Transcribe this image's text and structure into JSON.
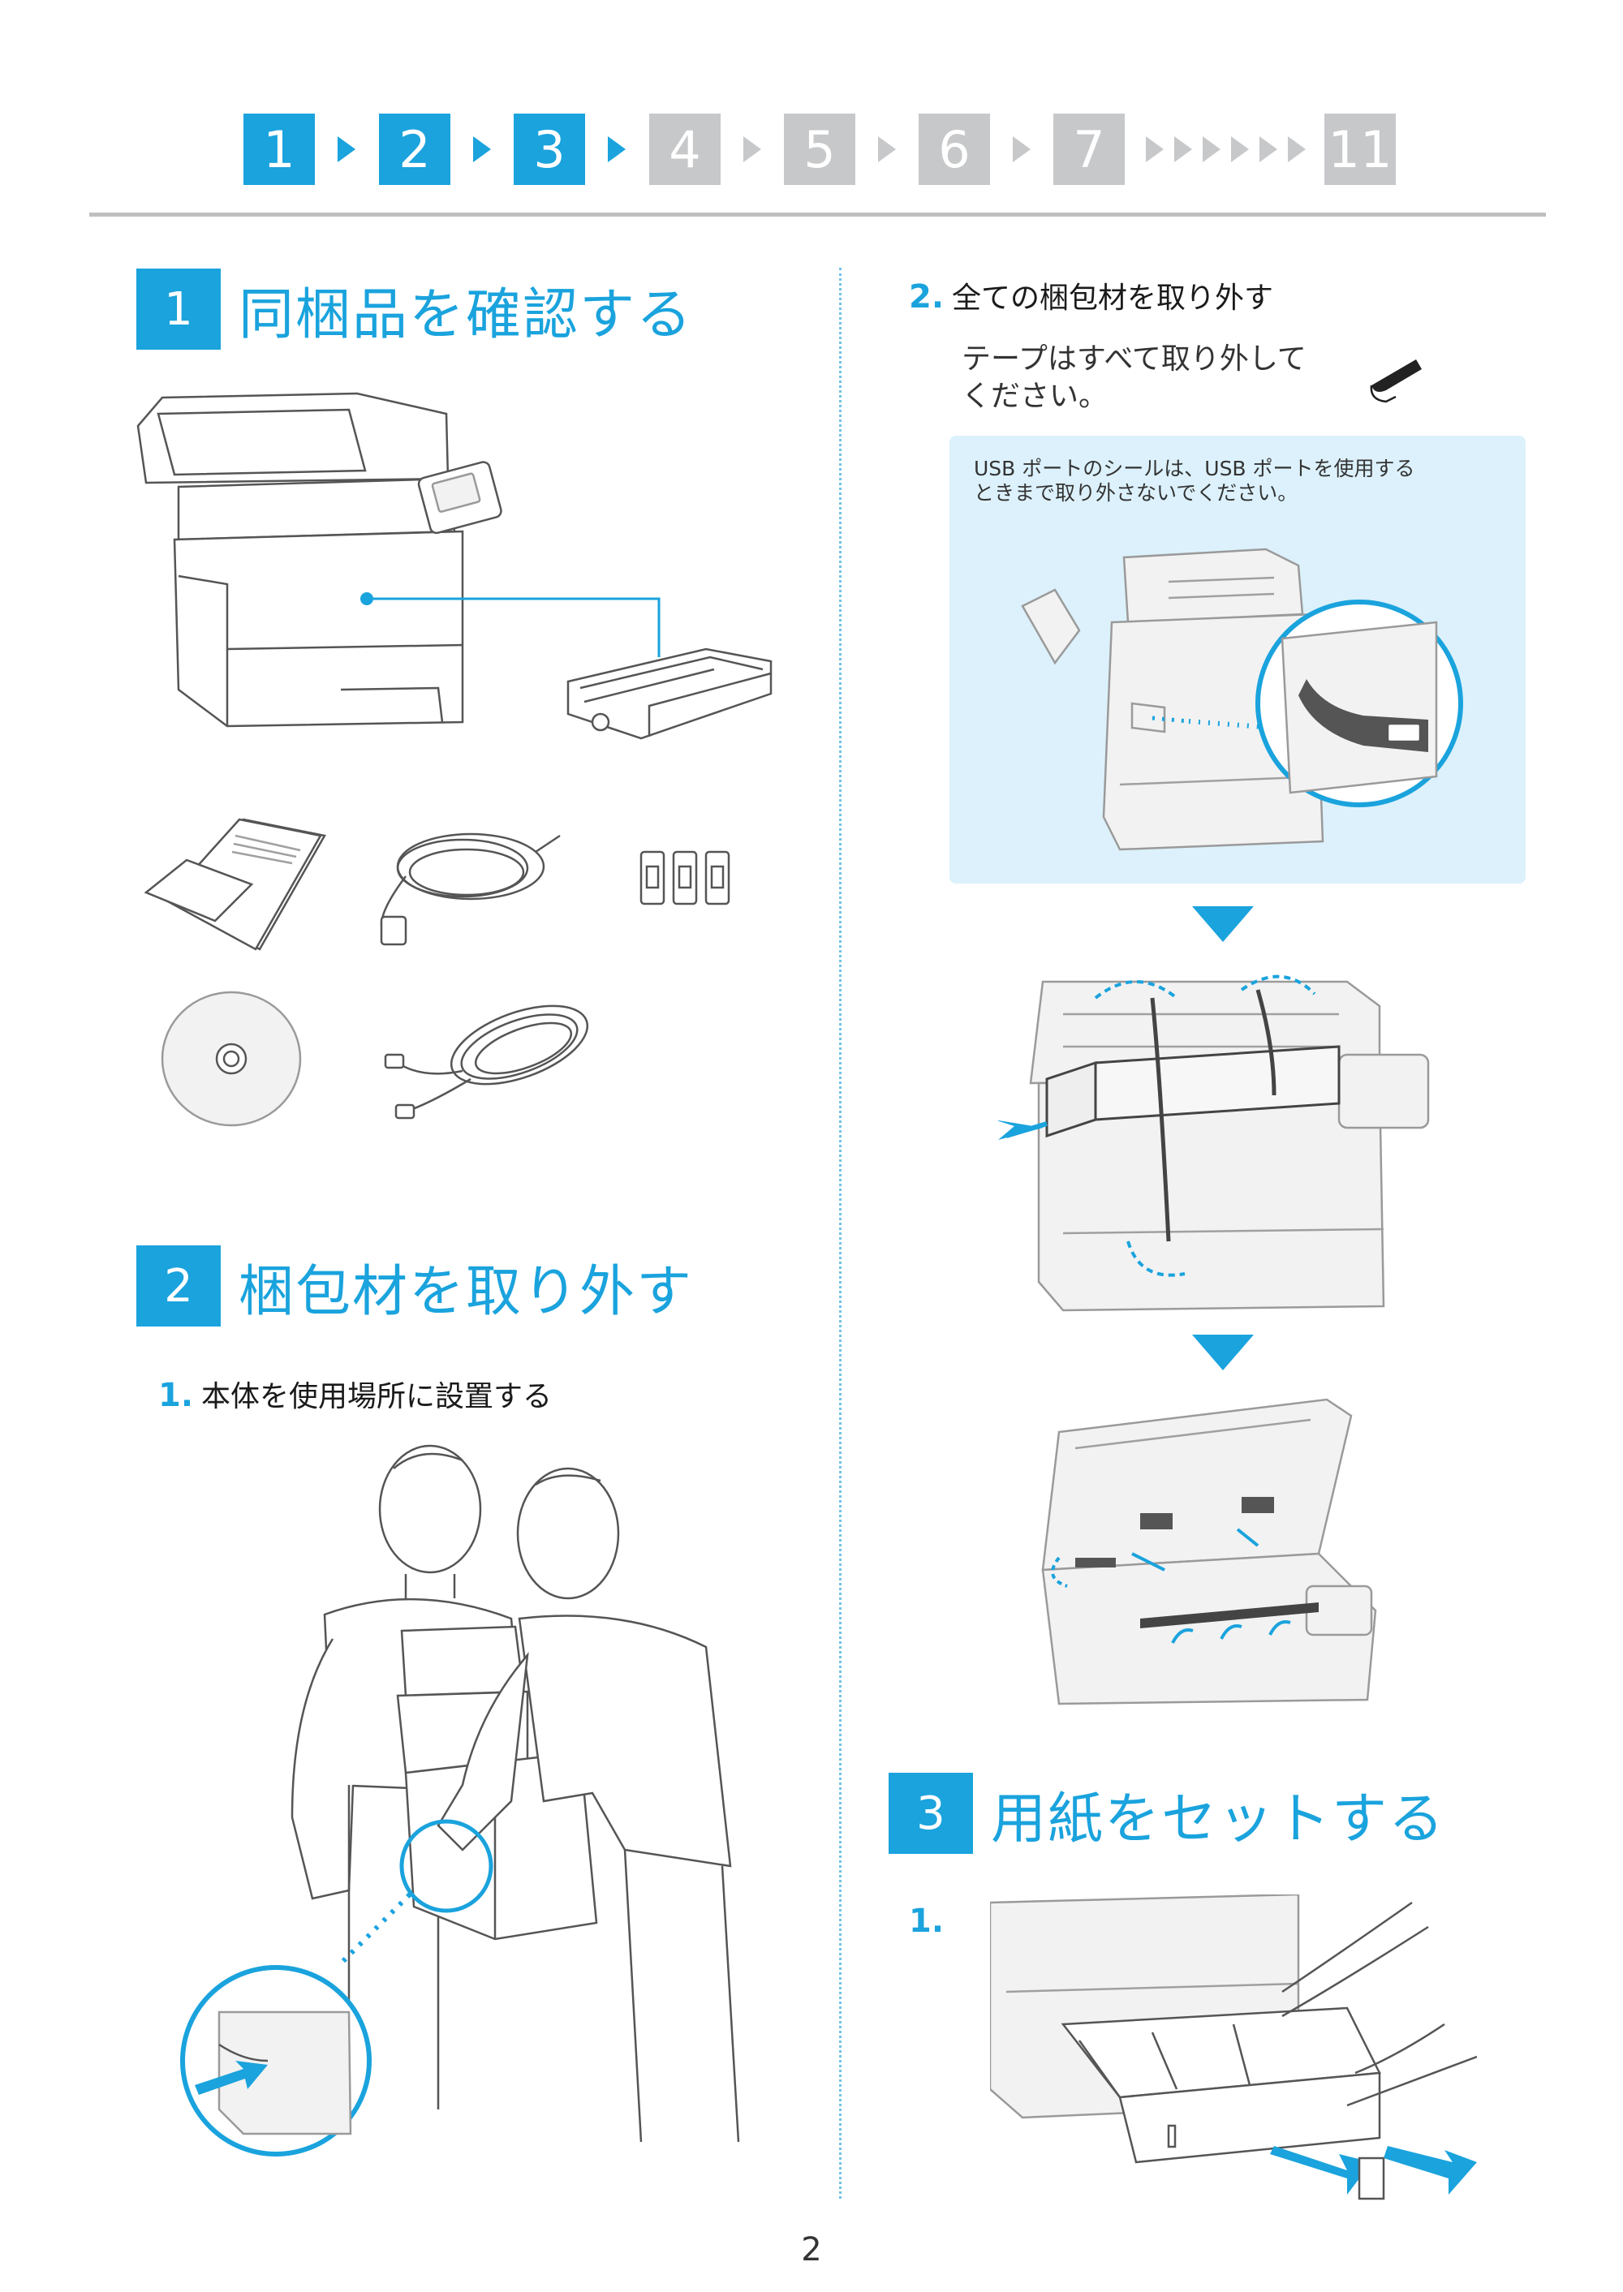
{
  "nav": {
    "steps": [
      "1",
      "2",
      "3",
      "4",
      "5",
      "6",
      "7",
      "11"
    ],
    "active_count": 3
  },
  "section1": {
    "number": "1",
    "title": "同梱品を確認する"
  },
  "section2": {
    "number": "2",
    "title": "梱包材を取り外す",
    "step1": {
      "num": "1.",
      "text": "本体を使用場所に設置する"
    },
    "step2": {
      "num": "2.",
      "text": "全ての梱包材を取り外す"
    },
    "tape_note_line1": "テープはすべて取り外して",
    "tape_note_line2": "ください。",
    "usb_note_line1": "USB ポートのシールは、USB ポートを使用する",
    "usb_note_line2": "ときまで取り外さないでください。"
  },
  "section3": {
    "number": "3",
    "title": "用紙をセットする",
    "step1": {
      "num": "1."
    }
  },
  "page_number": "2",
  "colors": {
    "accent": "#1aa3dd",
    "accent_light": "#dcf1fb",
    "inactive_step": "#c7c8ca"
  }
}
